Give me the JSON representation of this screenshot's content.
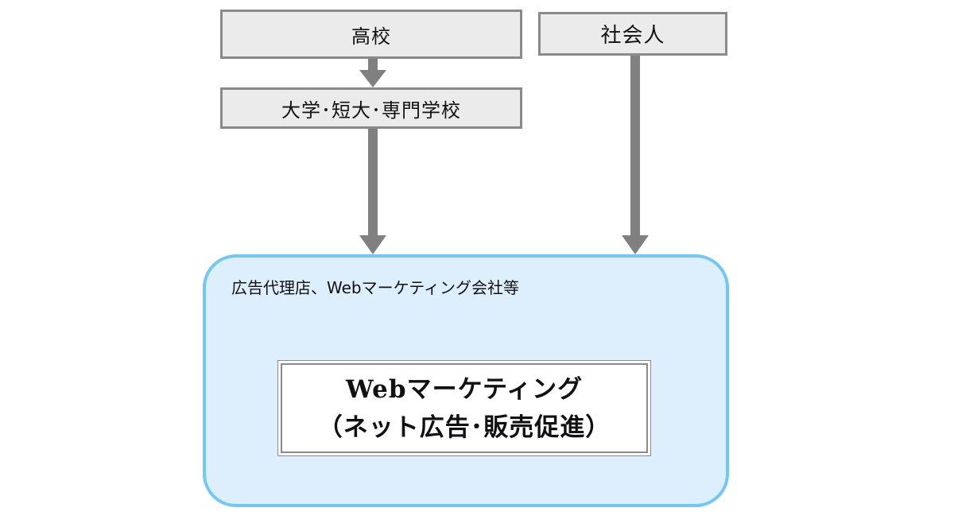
{
  "diagram": {
    "boxes": {
      "koukou": "高校",
      "daigaku": "大学･短大･専門学校",
      "shakaijin": "社会人"
    },
    "company": {
      "label": "広告代理店、Webマーケティング会社等"
    },
    "job": {
      "line1": "Webマーケティング",
      "line2": "（ネット広告･販売促進）"
    },
    "colors": {
      "box_fill": "#ebebeb",
      "box_border": "#8a8a8a",
      "arrow": "#808080",
      "panel_fill": "#ddeefd",
      "panel_border": "#70c8f5"
    }
  }
}
